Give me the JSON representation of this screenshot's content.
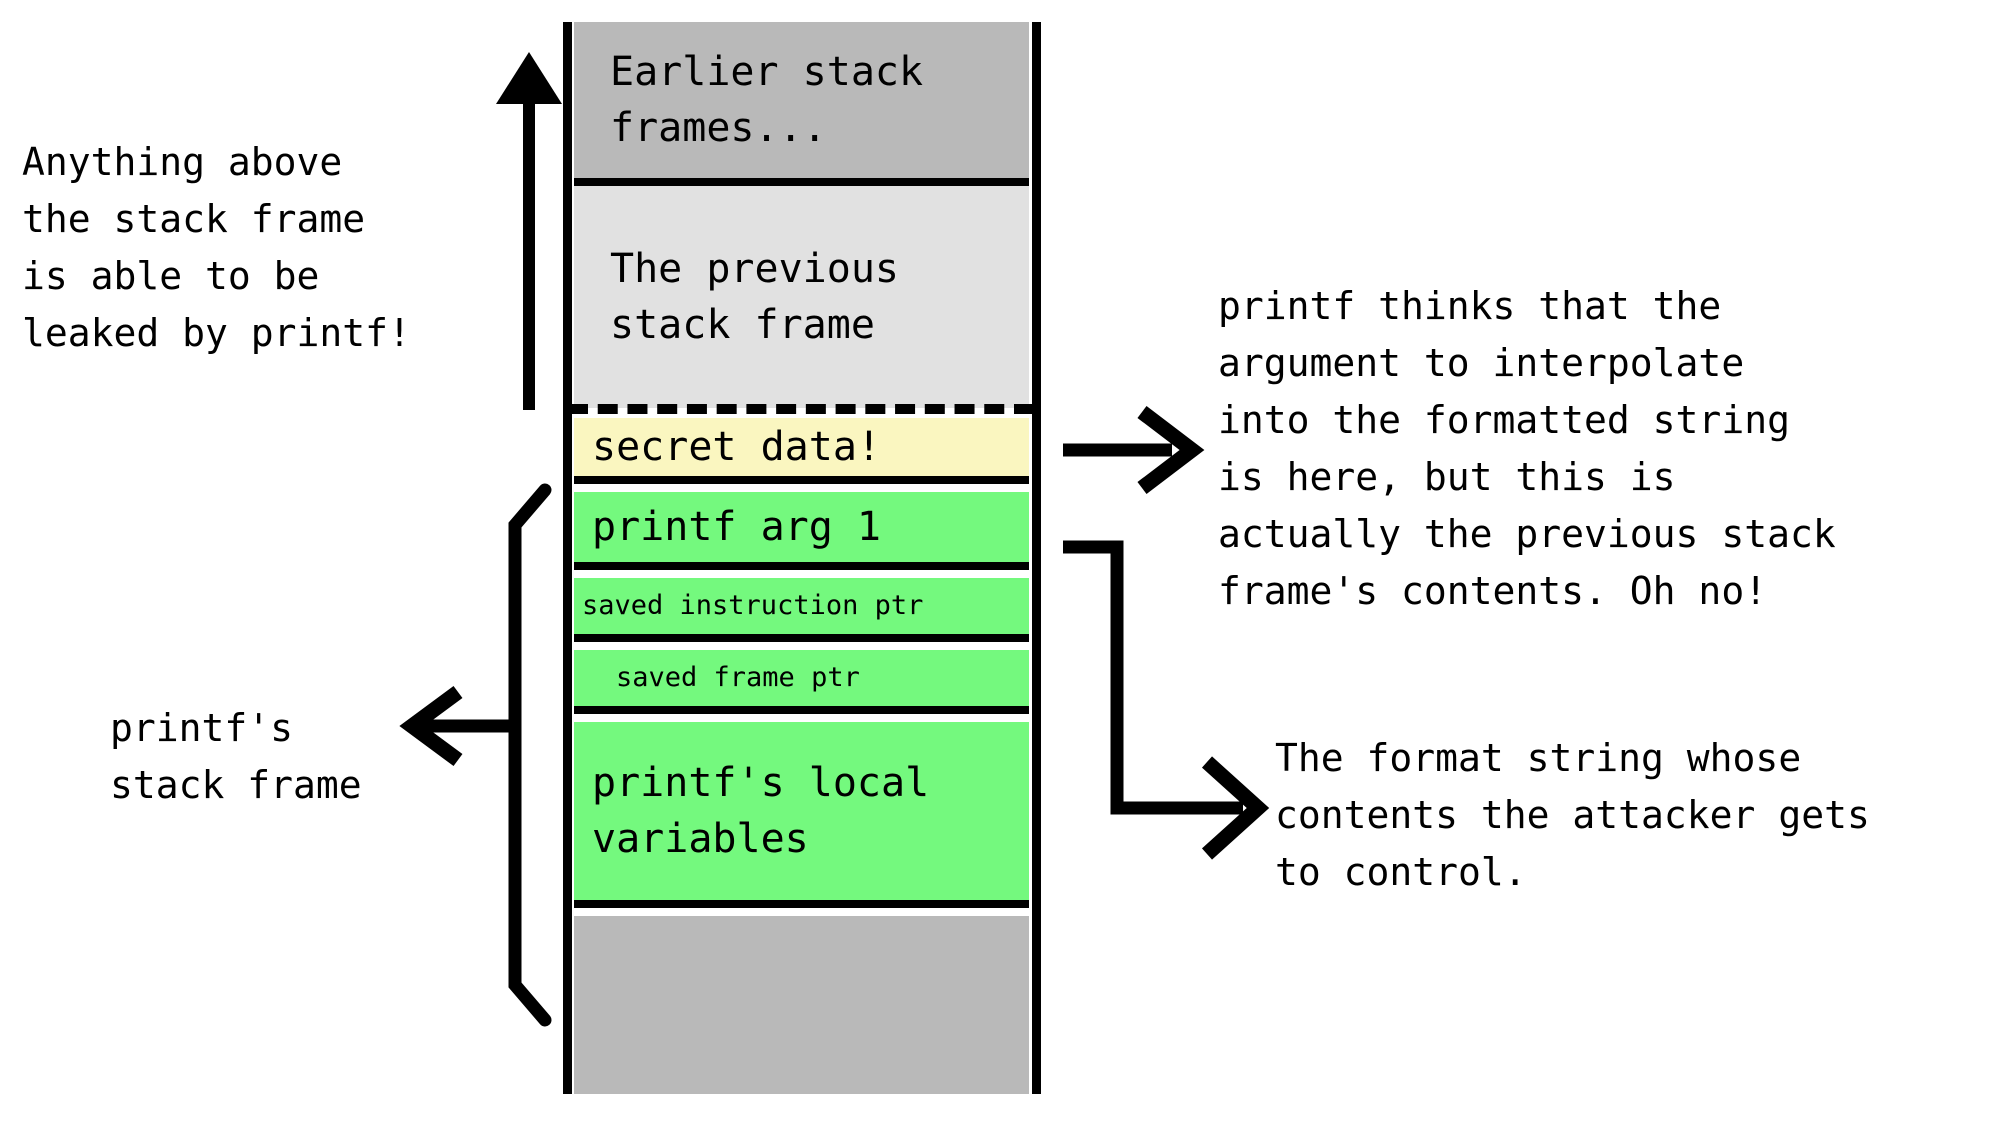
{
  "diagram": {
    "title": "printf format string stack diagram",
    "colors": {
      "earlier_frames_fill": "#b9b9b9",
      "previous_frame_fill": "#e1e1e1",
      "secret_data_fill": "#faf6c0",
      "printf_frame_fill": "#74f97e",
      "bottom_fill": "#b9b9b9",
      "stroke": "#000000",
      "background": "#ffffff"
    }
  },
  "stack": {
    "slots": [
      {
        "id": "earlier-stack-frames",
        "label": "Earlier stack\nframes...",
        "fill": "#b9b9b9"
      },
      {
        "id": "previous-stack-frame",
        "label": "The previous\nstack frame",
        "fill": "#e1e1e1"
      },
      {
        "id": "secret-data",
        "label": "secret data!",
        "fill": "#faf6c0"
      },
      {
        "id": "printf-arg-1",
        "label": "printf arg 1",
        "fill": "#74f97e"
      },
      {
        "id": "saved-instruction-ptr",
        "label": "saved instruction ptr",
        "fill": "#74f97e"
      },
      {
        "id": "saved-frame-ptr",
        "label": "saved frame ptr",
        "fill": "#74f97e"
      },
      {
        "id": "printf-local-variables",
        "label": "printf's local\nvariables",
        "fill": "#74f97e"
      },
      {
        "id": "stack-bottom",
        "label": "",
        "fill": "#b9b9b9"
      }
    ]
  },
  "annotations": {
    "leak_note": "Anything above\nthe stack frame\nis able to be\nleaked by printf!",
    "printf_frame_label": "printf's\nstack frame",
    "printf_thinks_note": "printf thinks that the\nargument to interpolate\ninto the formatted string\nis here, but this is\nactually the previous stack\nframe's contents. Oh no!",
    "format_string_note": "The format string whose\ncontents the attacker gets\nto control."
  }
}
